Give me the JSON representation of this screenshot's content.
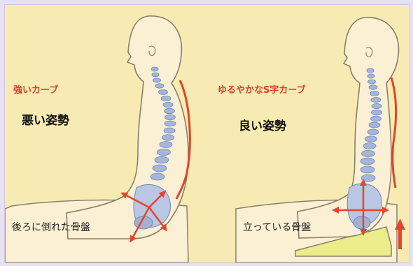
{
  "left": {
    "curve_label": "強いカーブ",
    "posture_label": "悪い姿勢",
    "pelvis_label": "後ろに倒れた骨盤"
  },
  "right": {
    "curve_label": "ゆるやかなS字カーブ",
    "posture_label": "良い姿勢",
    "pelvis_label": "立っている骨盤"
  },
  "colors": {
    "background": "#f7ebb3",
    "body_fill": "#fbf0d4",
    "outline": "#8a7f6a",
    "spine": "#7f95c4",
    "curve_line": "#e0442a",
    "arrow": "#e4462d",
    "cushion": "#ecec8a"
  },
  "icons": {
    "left_pelvis_arrows": "four-way-arrow-icon",
    "right_pelvis_arrows": "four-way-arrow-icon",
    "right_up_arrow": "up-arrow-icon"
  }
}
